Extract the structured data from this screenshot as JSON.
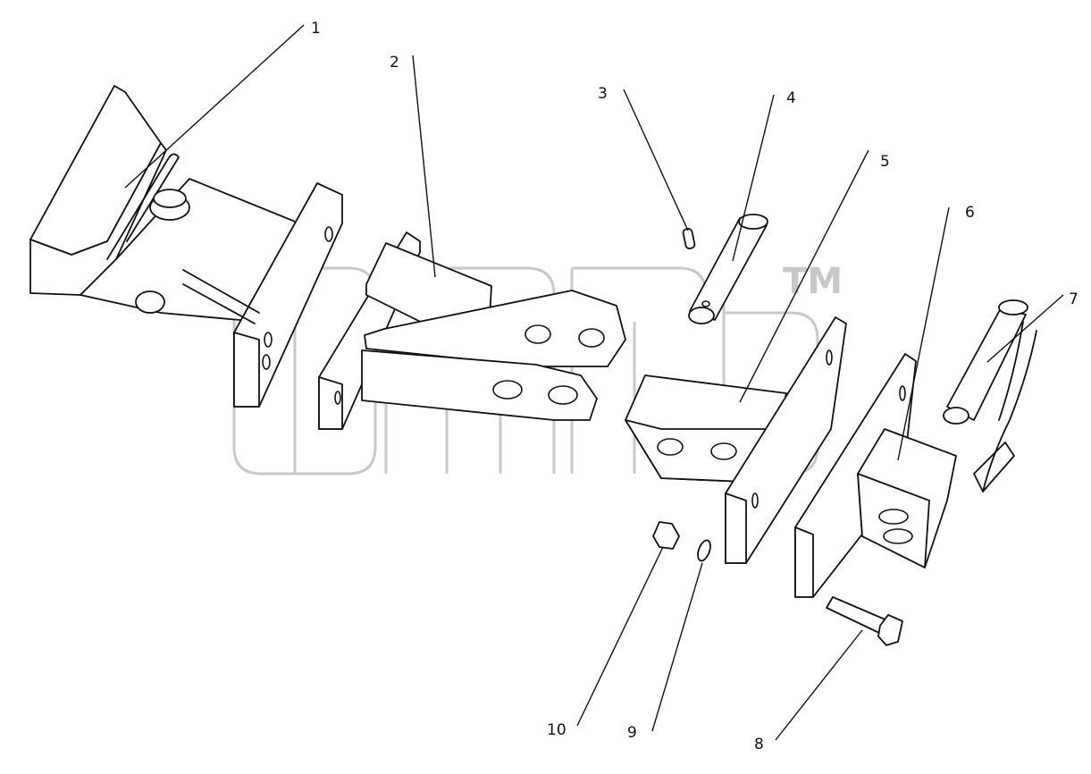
{
  "watermark": {
    "trademark": "TM"
  },
  "callouts": [
    {
      "id": "1",
      "label": "1"
    },
    {
      "id": "2",
      "label": "2"
    },
    {
      "id": "3",
      "label": "3"
    },
    {
      "id": "4",
      "label": "4"
    },
    {
      "id": "5",
      "label": "5"
    },
    {
      "id": "6",
      "label": "6"
    },
    {
      "id": "7",
      "label": "7"
    },
    {
      "id": "8",
      "label": "8"
    },
    {
      "id": "9",
      "label": "9"
    },
    {
      "id": "10",
      "label": "10"
    }
  ]
}
